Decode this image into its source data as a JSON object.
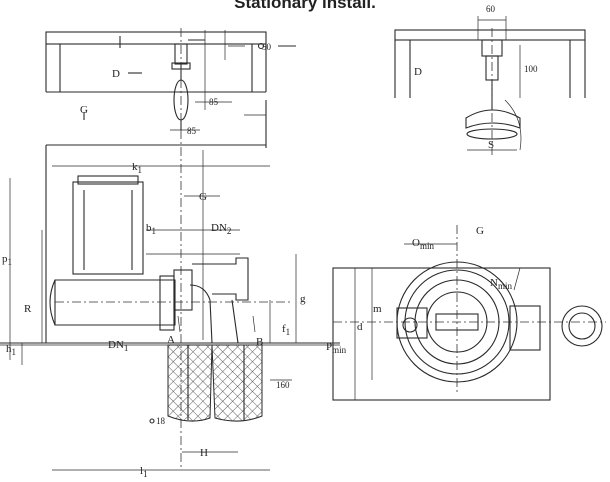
{
  "title": "Stationary install.",
  "labels": {
    "d1": "D",
    "g1": "G",
    "g_tl": "G",
    "d2": "D",
    "g_br": "G",
    "s": "S",
    "r": "R",
    "a": "A",
    "b": "B",
    "h": "H"
  },
  "dimensions": {
    "d60": "60",
    "d50": "50",
    "d85a": "85",
    "d85b": "85",
    "d100": "100",
    "d160": "160",
    "d18": "18",
    "m": "m",
    "d": "d",
    "g_small": "g"
  },
  "subscripted": {
    "k1": {
      "main": "k",
      "sub": "1"
    },
    "b1": {
      "main": "b",
      "sub": "1"
    },
    "dn2": {
      "main": "DN",
      "sub": "2"
    },
    "dn1": {
      "main": "DN",
      "sub": "1"
    },
    "p1": {
      "main": "p",
      "sub": "1"
    },
    "f1": {
      "main": "f",
      "sub": "1"
    },
    "h1": {
      "main": "h",
      "sub": "1"
    },
    "l1": {
      "main": "l",
      "sub": "1"
    },
    "omin": {
      "main": "O",
      "sub": "min"
    },
    "nmin": {
      "main": "N",
      "sub": "min"
    },
    "pmin": {
      "main": "P",
      "sub": "min"
    }
  }
}
